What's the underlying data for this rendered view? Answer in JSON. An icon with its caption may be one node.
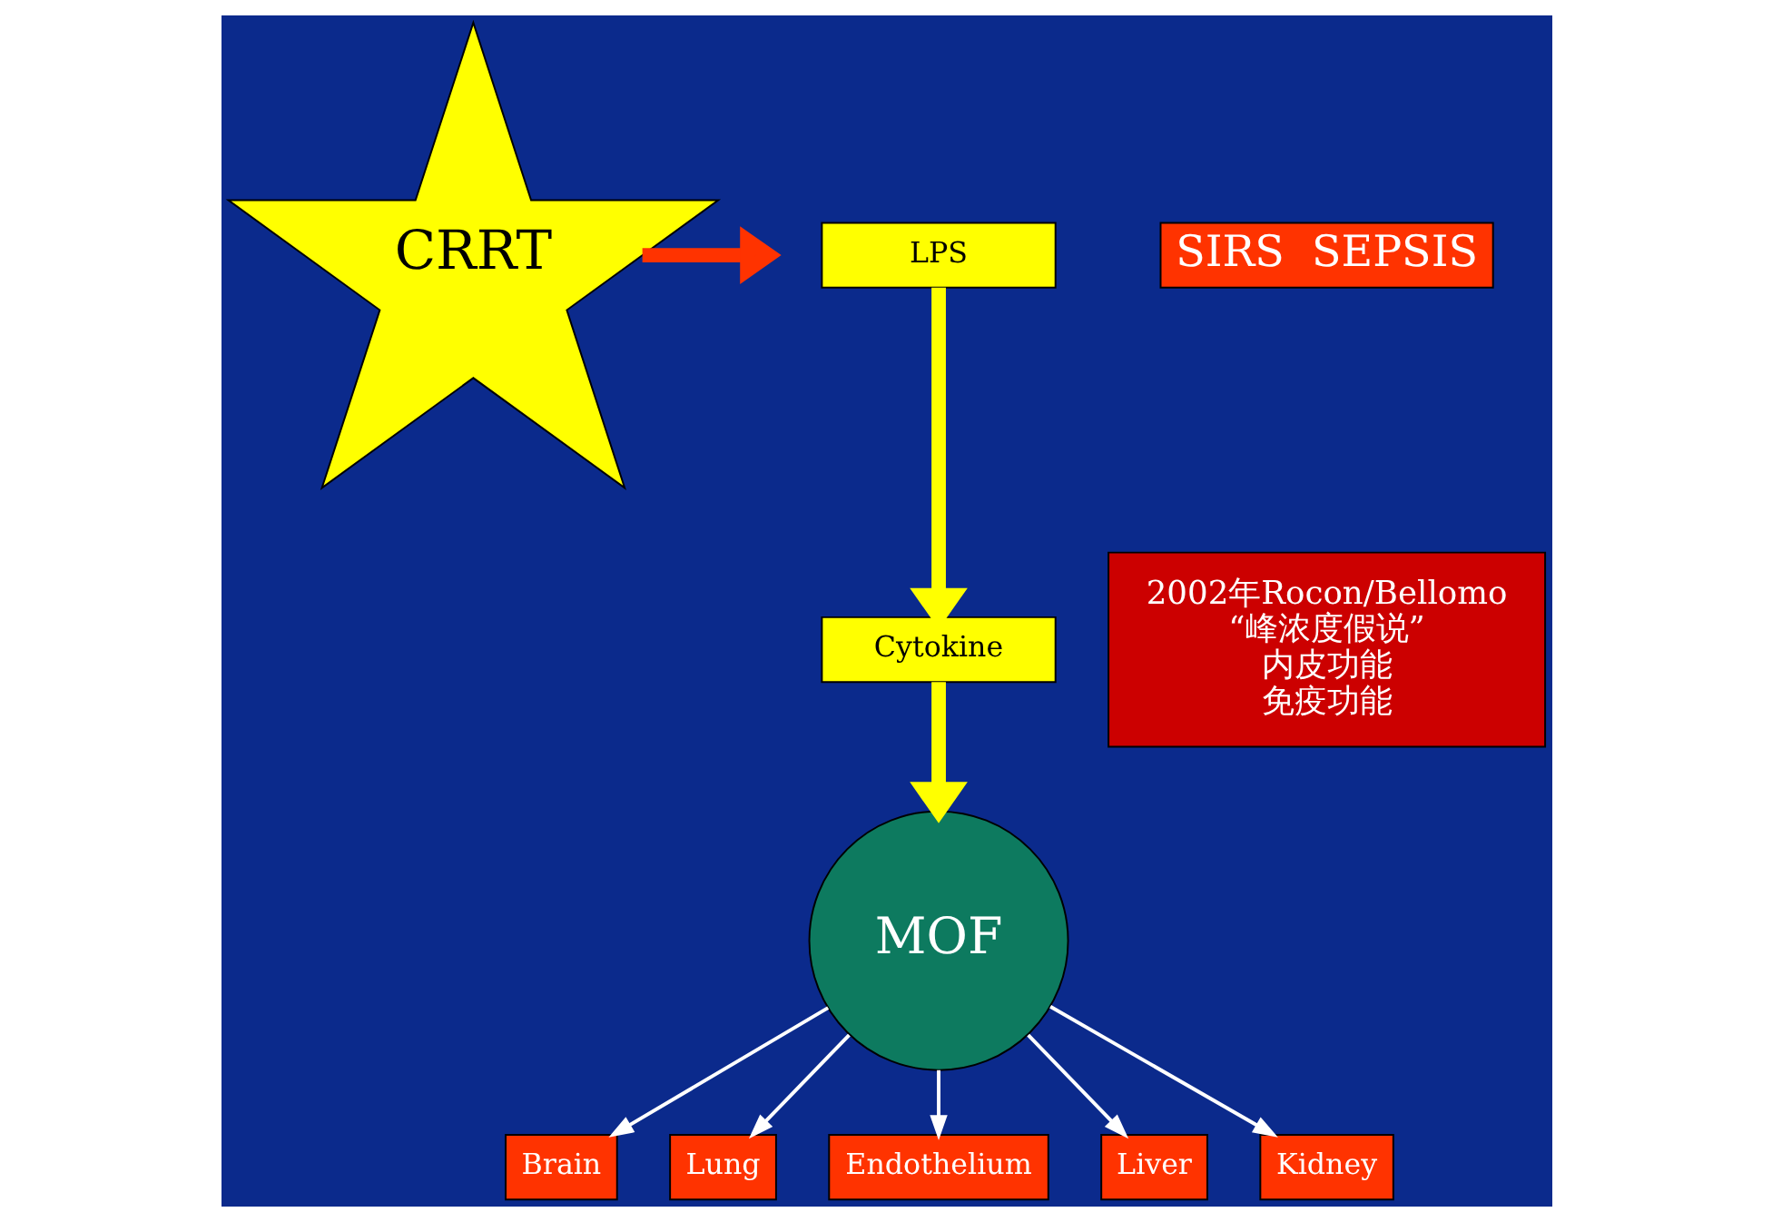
{
  "diagram": {
    "nodes": [
      {
        "text": [
          "CRRT"
        ]
      },
      {
        "text": [
          "LPS"
        ]
      },
      {
        "text": [
          "Cytokine"
        ]
      },
      {
        "text": [
          "MOF"
        ]
      },
      {
        "text": [
          "SIRS  SEPSIS"
        ]
      },
      {
        "text": [
          "2002年Rocon/Bellomo",
          "“峰浓度假说”",
          "内皮功能",
          "免疫功能"
        ]
      },
      {
        "text": [
          "Brain"
        ]
      },
      {
        "text": [
          "Lung"
        ]
      },
      {
        "text": [
          "Endothelium"
        ]
      },
      {
        "text": [
          "Liver"
        ]
      },
      {
        "text": [
          "Kidney"
        ]
      }
    ],
    "edges": [
      {
        "from": 1,
        "to": 2,
        "arrow": "to",
        "style": "thick",
        "color": "#ffff00"
      },
      {
        "from": 2,
        "to": 3,
        "arrow": "to",
        "style": "thick",
        "color": "#ffff00"
      },
      {
        "from": 0,
        "to": null,
        "arrow": "to",
        "style": "thick",
        "color": "#ff3300"
      },
      {
        "from": 3,
        "to": 6,
        "arrow": "to"
      },
      {
        "from": 3,
        "to": 7,
        "arrow": "to"
      },
      {
        "from": 3,
        "to": 8,
        "arrow": "to"
      },
      {
        "from": 3,
        "to": 9,
        "arrow": "to"
      },
      {
        "from": 3,
        "to": 10,
        "arrow": "to"
      }
    ]
  }
}
